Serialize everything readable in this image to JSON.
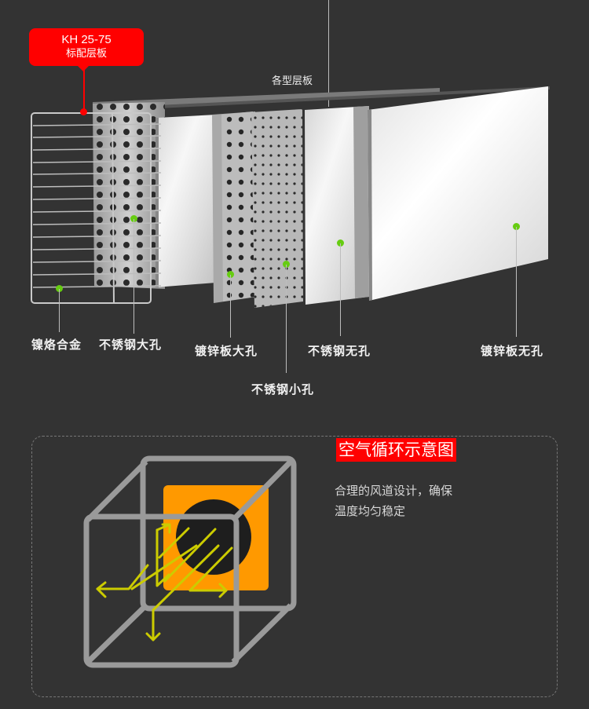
{
  "callout": {
    "model": "KH 25-75",
    "subtitle": "标配层板",
    "color": "#ff0000"
  },
  "shelves_section": {
    "header_label": "各型层板",
    "items": [
      {
        "label": "镍烙合金",
        "type": "wire rack"
      },
      {
        "label": "不锈钢大孔",
        "type": "perforated stainless large holes"
      },
      {
        "label": "镀锌板大孔",
        "type": "perforated galvanized large holes"
      },
      {
        "label": "不锈钢小孔",
        "type": "perforated stainless small holes"
      },
      {
        "label": "不锈钢无孔",
        "type": "solid stainless"
      },
      {
        "label": "镀锌板无孔",
        "type": "solid galvanized"
      }
    ],
    "marker_color": "#66cc11"
  },
  "airflow_section": {
    "title": "空气循环示意图",
    "description_line1": "合理的风道设计，确保",
    "description_line2": "温度均匀稳定",
    "colors": {
      "fan_panel": "#ff9900",
      "fan_hole": "#1e1e1e",
      "cube": "#9a9a9a",
      "arrows": "#cccc00"
    }
  }
}
